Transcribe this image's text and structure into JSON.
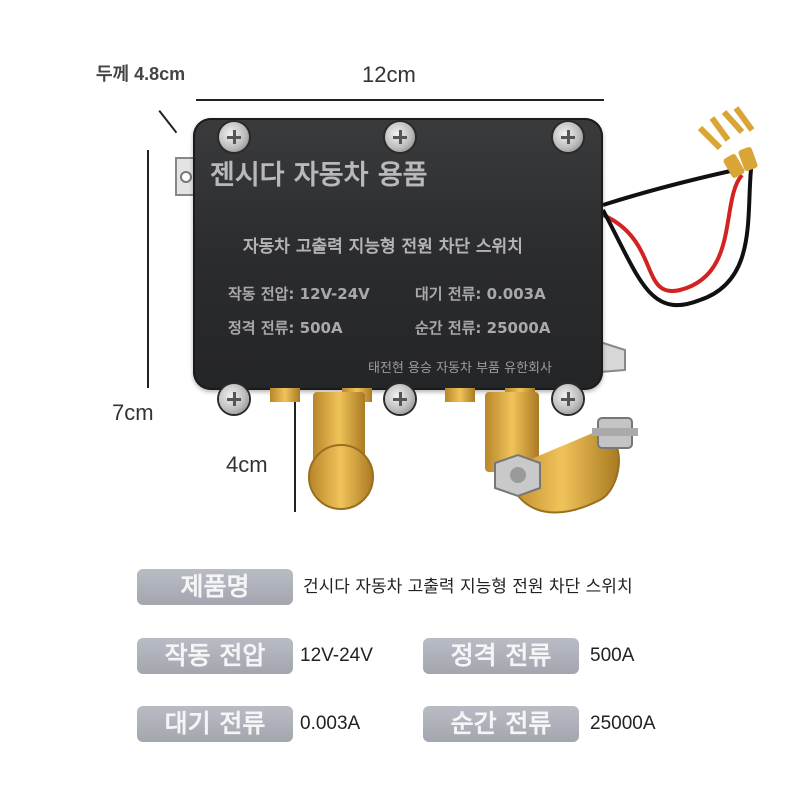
{
  "dimensions": {
    "thickness": "두께 4.8cm",
    "width": "12cm",
    "height": "7cm",
    "terminal": "4cm"
  },
  "device": {
    "brand": "젠시다 자동차 용품",
    "subtitle": "자동차 고출력 지능형 전원 차단 스위치",
    "operating_voltage": "작동 전압: 12V-24V",
    "standby_current": "대기 전류: 0.003A",
    "rated_current": "정격 전류: 500A",
    "instant_current": "순간 전류: 25000A",
    "maker": "태전현 용승 자동차 부품 유한회사"
  },
  "specs": {
    "product_name_label": "제품명",
    "product_name_value": "건시다 자동차 고출력 지능형 전원 차단 스위치",
    "voltage_label": "작동 전압",
    "voltage_value": "12V-24V",
    "rated_label": "정격 전류",
    "rated_value": "500A",
    "standby_label": "대기 전류",
    "standby_value": "0.003A",
    "instant_label": "순간 전류",
    "instant_value": "25000A"
  },
  "colors": {
    "body": "#2b2c2e",
    "brass": "#d9a536",
    "pill": "#a9acb4",
    "wire_red": "#d32222",
    "wire_black": "#111111"
  }
}
